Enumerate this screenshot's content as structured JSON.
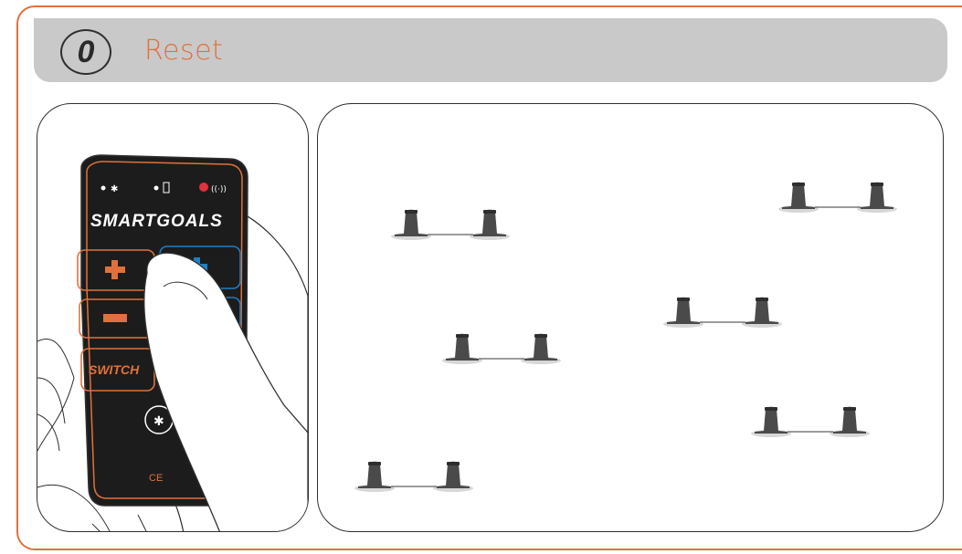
{
  "step": {
    "number": "0",
    "title": "Reset"
  },
  "remote": {
    "brand": "SMARTGOALS",
    "switch_label": "SWITCH",
    "ce_mark": "CE",
    "icons": [
      "bluetooth-icon",
      "battery-icon",
      "signal-icon",
      "plus-icon",
      "minus-icon",
      "bluetooth-button-icon"
    ],
    "colors": {
      "orange": "#e0713c",
      "blue": "#1f7fc4",
      "body": "#1c1c1c"
    }
  },
  "field": {
    "cone_pairs": 6
  },
  "colors": {
    "frame": "#e0713c",
    "header_bg": "#c9c9c9",
    "title": "#e0713c"
  }
}
